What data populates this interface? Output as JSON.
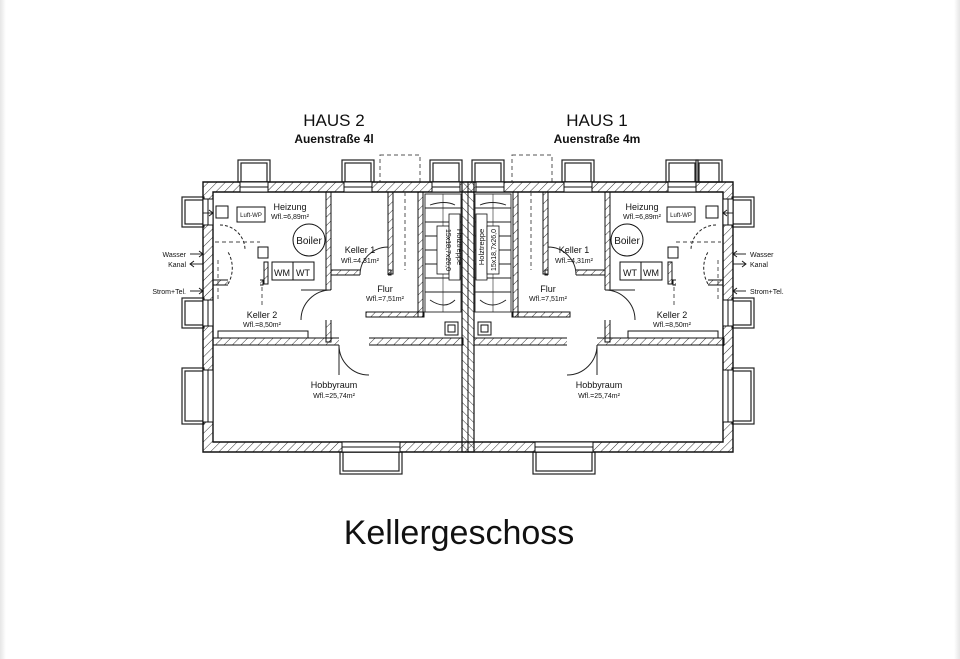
{
  "houses": [
    {
      "title": "HAUS  2",
      "address": "Auenstraße  4l"
    },
    {
      "title": "HAUS  1",
      "address": "Auenstraße  4m"
    }
  ],
  "rooms": {
    "heizung": {
      "name": "Heizung",
      "area": "Wfl.=6,89m²"
    },
    "keller1": {
      "name": "Keller  1",
      "area": "Wfl.=4,31m²"
    },
    "keller2": {
      "name": "Keller  2",
      "area": "Wfl.=8,50m²"
    },
    "flur": {
      "name": "Flur",
      "area": "Wfl.=7,51m²"
    },
    "hobbyraum": {
      "name": "Hobbyraum",
      "area": "Wfl.=25,74m²"
    }
  },
  "fixtures": {
    "luft_wp": "Luft-WP",
    "boiler": "Boiler",
    "wm": "WM",
    "wt": "WT",
    "holztreppe": "Holztreppe",
    "stair_dim": "15x18,7x26,0"
  },
  "connections": {
    "wasser": "Wasser",
    "kanal": "Kanal",
    "strom_tel": "Strom+Tel."
  },
  "floor_title": "Kellergeschoss"
}
